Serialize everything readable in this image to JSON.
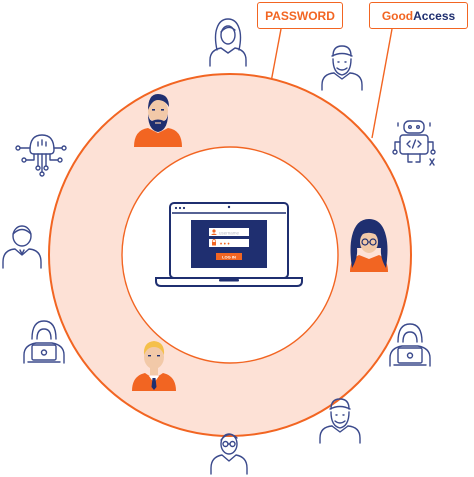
{
  "labels": {
    "password": "PASSWORD",
    "brand_good": "Good",
    "brand_access": "Access"
  },
  "login_screen": {
    "username_placeholder": "username",
    "password_mask": "• • •",
    "button_label": "LOG IN"
  },
  "colors": {
    "accent_orange": "#f26522",
    "ring_fill": "#fde1d6",
    "navy": "#1f2f70",
    "outline_blue": "#3b4a8c"
  },
  "icons": {
    "outer": [
      "woman-user-icon",
      "bearded-man-icon",
      "robot-icon",
      "circuit-icon",
      "man-user-icon",
      "hacker-laptop-icon",
      "hacker-laptop-icon",
      "bearded-man-icon",
      "man-with-glasses-icon"
    ],
    "inner": [
      "bearded-man-avatar",
      "woman-with-glasses-avatar",
      "blond-man-avatar",
      "laptop-icon"
    ]
  }
}
